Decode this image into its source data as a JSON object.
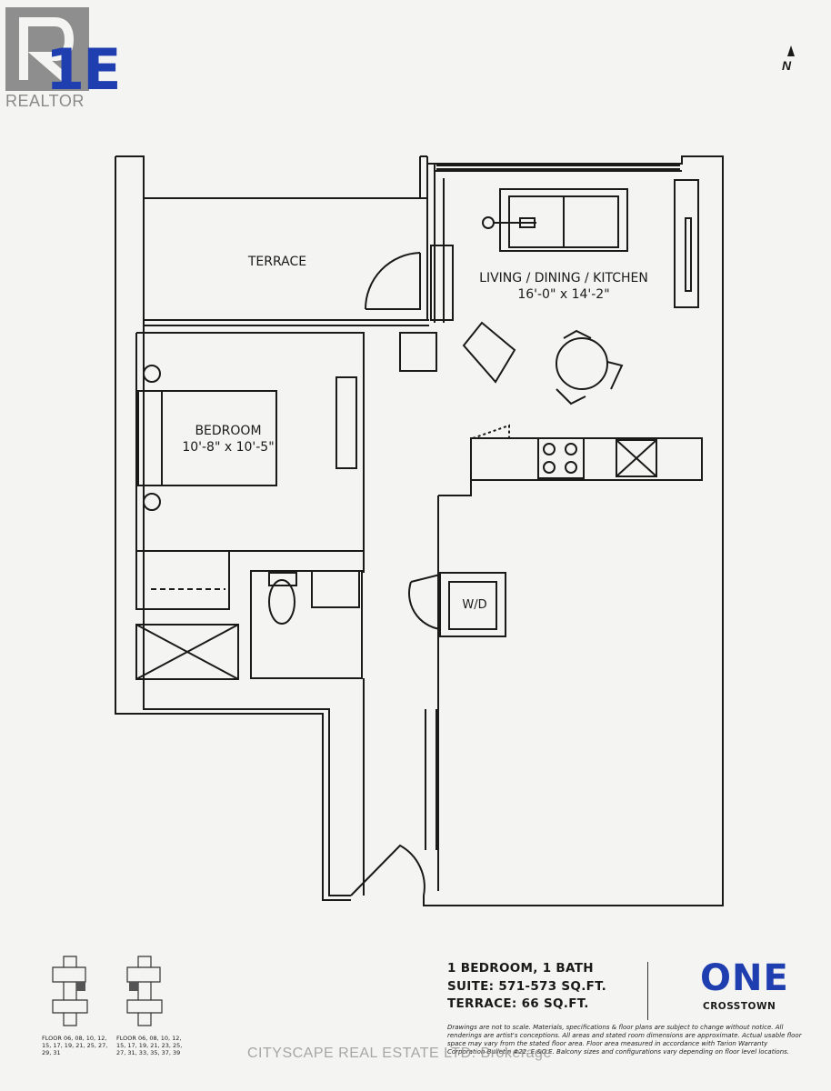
{
  "header": {
    "unit_code": "1E",
    "realtor_mark": "REALTOR",
    "north_label": "N"
  },
  "rooms": {
    "terrace": "TERRACE",
    "living_name": "LIVING / DINING / KITCHEN",
    "living_dims": "16'-0\" x 14'-2\"",
    "bedroom_name": "BEDROOM",
    "bedroom_dims": "10'-8\" x 10'-5\"",
    "washer_dryer": "W/D"
  },
  "keyplans": [
    {
      "caption": "FLOOR 06, 08, 10, 12, 15, 17, 19, 21, 25, 27, 29, 31"
    },
    {
      "caption": "FLOOR 06, 08, 10, 12, 15, 17, 19, 21, 23, 25, 27, 31, 33, 35, 37, 39"
    }
  ],
  "suite_info": {
    "type": "1 BEDROOM, 1 BATH",
    "suite_area": "SUITE: 571-573 SQ.FT.",
    "terrace_area": "TERRACE: 66 SQ.FT."
  },
  "brand": {
    "name": "ONE",
    "sub": "CROSSTOWN",
    "color": "#1f3fb0"
  },
  "disclaimer": "Drawings are not to scale. Materials, specifications & floor plans are subject to change without notice. All renderings are artist's conceptions. All areas and stated room dimensions are approximate. Actual usable floor space may vary from the stated floor area. Floor area measured in accordance with Tarion Warranty Corporation Bulletin #22. E.&O.E. Balcony sizes and configurations vary depending on floor level locations.",
  "watermark": "CITYSCAPE REAL ESTATE LTD. Brokerage"
}
